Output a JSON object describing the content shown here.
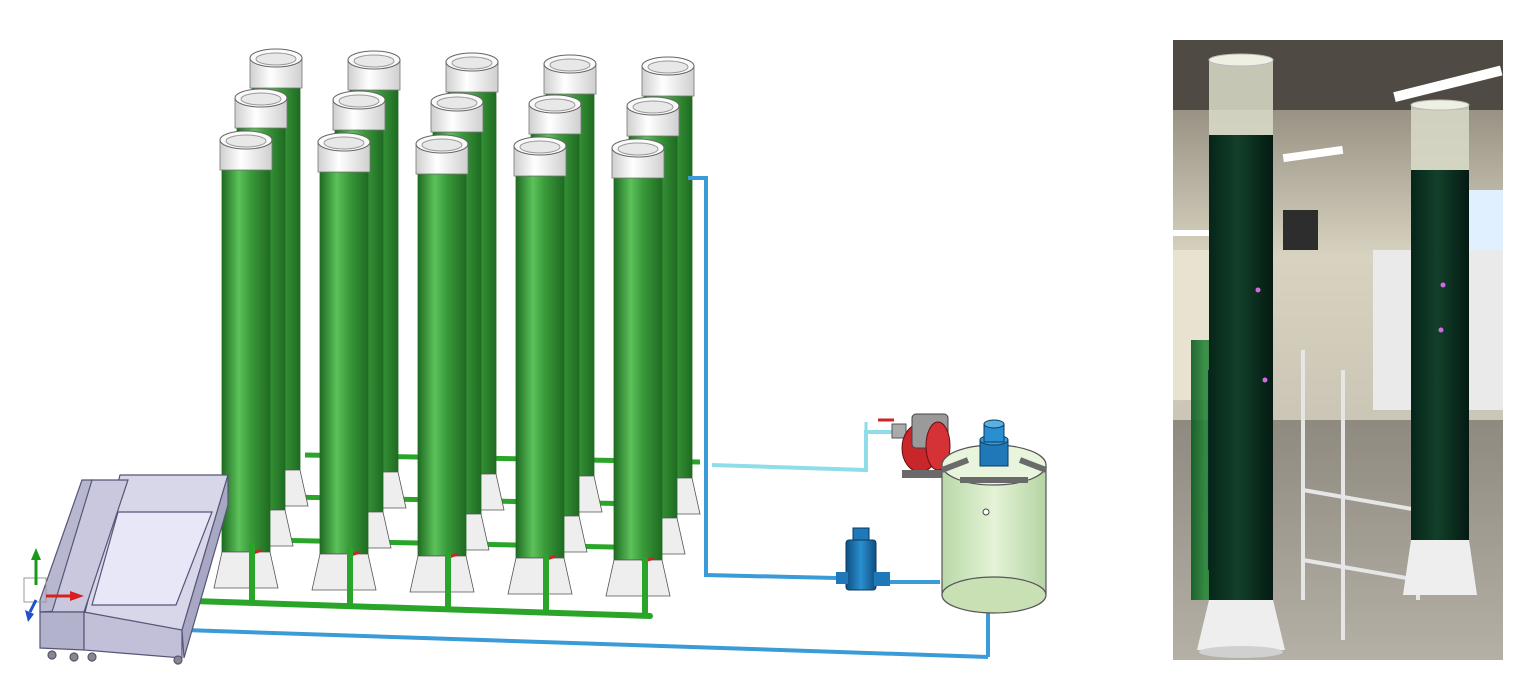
{
  "figure": {
    "panels": [
      {
        "id": "cad-render",
        "kind": "3d-render",
        "description_items": [
          "photobioreactor-column",
          "inlet-manifold",
          "outlet-manifold",
          "harvest-tank",
          "pump",
          "filter",
          "storage-tank"
        ]
      },
      {
        "id": "lab-photo",
        "kind": "photograph"
      }
    ],
    "reactor_grid": {
      "rows": 3,
      "columns": 5
    },
    "colors": {
      "column_green": "#3a9a3a",
      "column_green_dark": "#1f6b22",
      "column_green_light": "#5cc25a",
      "pipe_green": "#2aa52a",
      "pipe_blue": "#3a9bd8",
      "pipe_cyan": "#8fdde8",
      "cap_white": "#f4f4f4",
      "tank_lavender": "#c9c8de",
      "storage_tank_green": "#d9ecc8",
      "pump_red": "#c8262a",
      "filter_blue": "#1f78b8",
      "axis_green": "#1a9a1a",
      "axis_red": "#d82020",
      "axis_blue": "#2050d0",
      "culture_dark_green": "#0d3a22"
    }
  }
}
